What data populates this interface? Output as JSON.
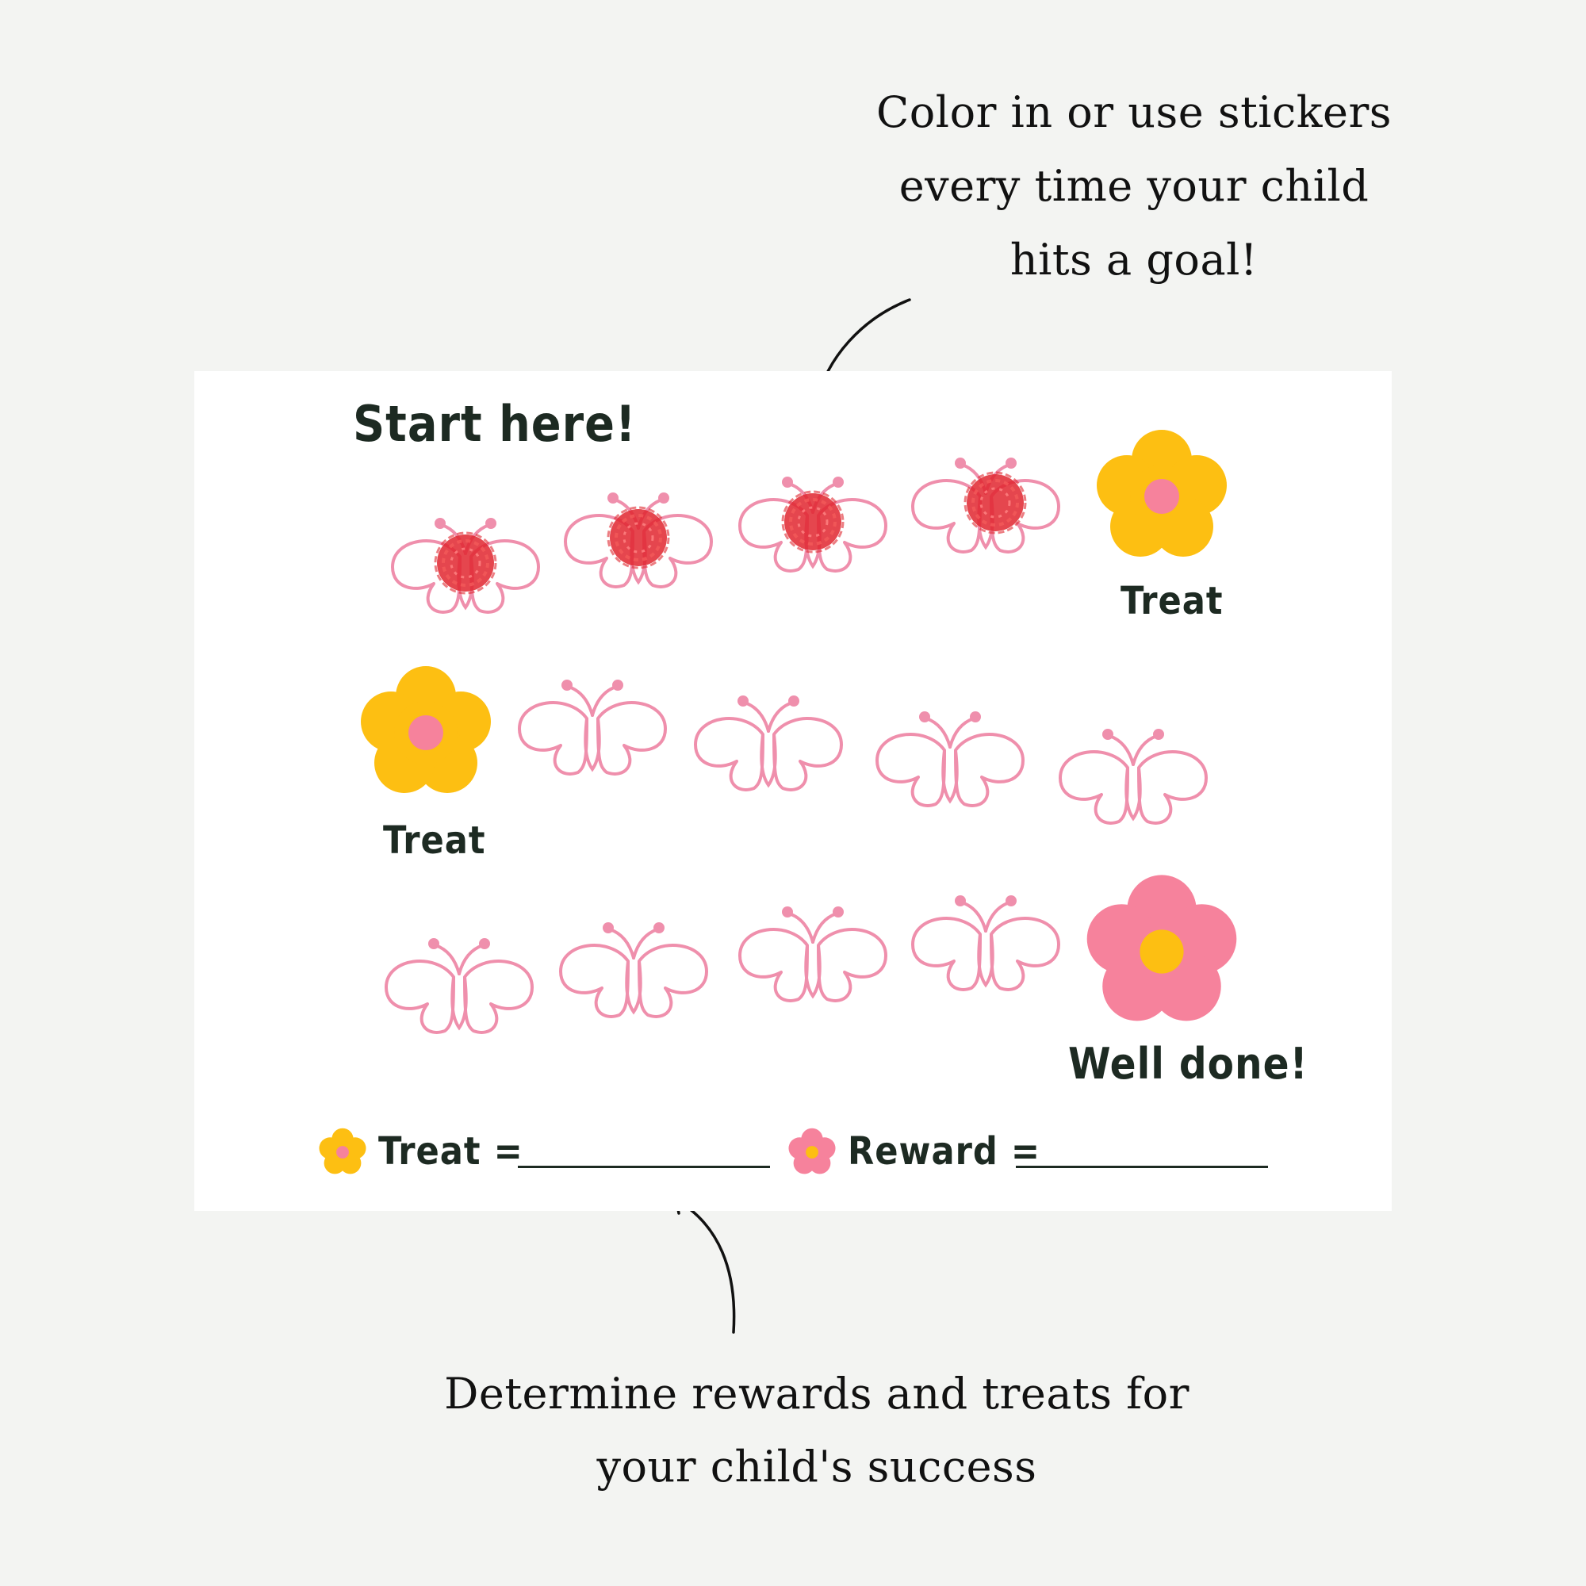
{
  "captions": {
    "top": [
      "Color in or use stickers",
      "every time your child",
      "hits a goal!"
    ],
    "bottom": [
      "Determine rewards and treats for",
      "your child's success"
    ]
  },
  "chart": {
    "start_label": "Start here!",
    "treat_label": "Treat",
    "finish_label": "Well done!",
    "rows": [
      {
        "steps": [
          "butterfly",
          "butterfly",
          "butterfly",
          "butterfly",
          "treat-flower"
        ],
        "colored": [
          true,
          true,
          true,
          true
        ]
      },
      {
        "steps": [
          "treat-flower",
          "butterfly",
          "butterfly",
          "butterfly",
          "butterfly"
        ],
        "colored": [
          false,
          false,
          false,
          false
        ]
      },
      {
        "steps": [
          "butterfly",
          "butterfly",
          "butterfly",
          "butterfly",
          "reward-flower"
        ],
        "colored": [
          false,
          false,
          false,
          false
        ]
      }
    ]
  },
  "legend": {
    "treat_label": "Treat =",
    "reward_label": "Reward ="
  },
  "colors": {
    "background": "#f3f4f2",
    "card": "#ffffff",
    "butterfly_outline": "#ef8fac",
    "scribble": "#e0262f",
    "treat_flower": "#fdbf12",
    "reward_flower": "#f6829c",
    "text": "#1d2a22"
  }
}
